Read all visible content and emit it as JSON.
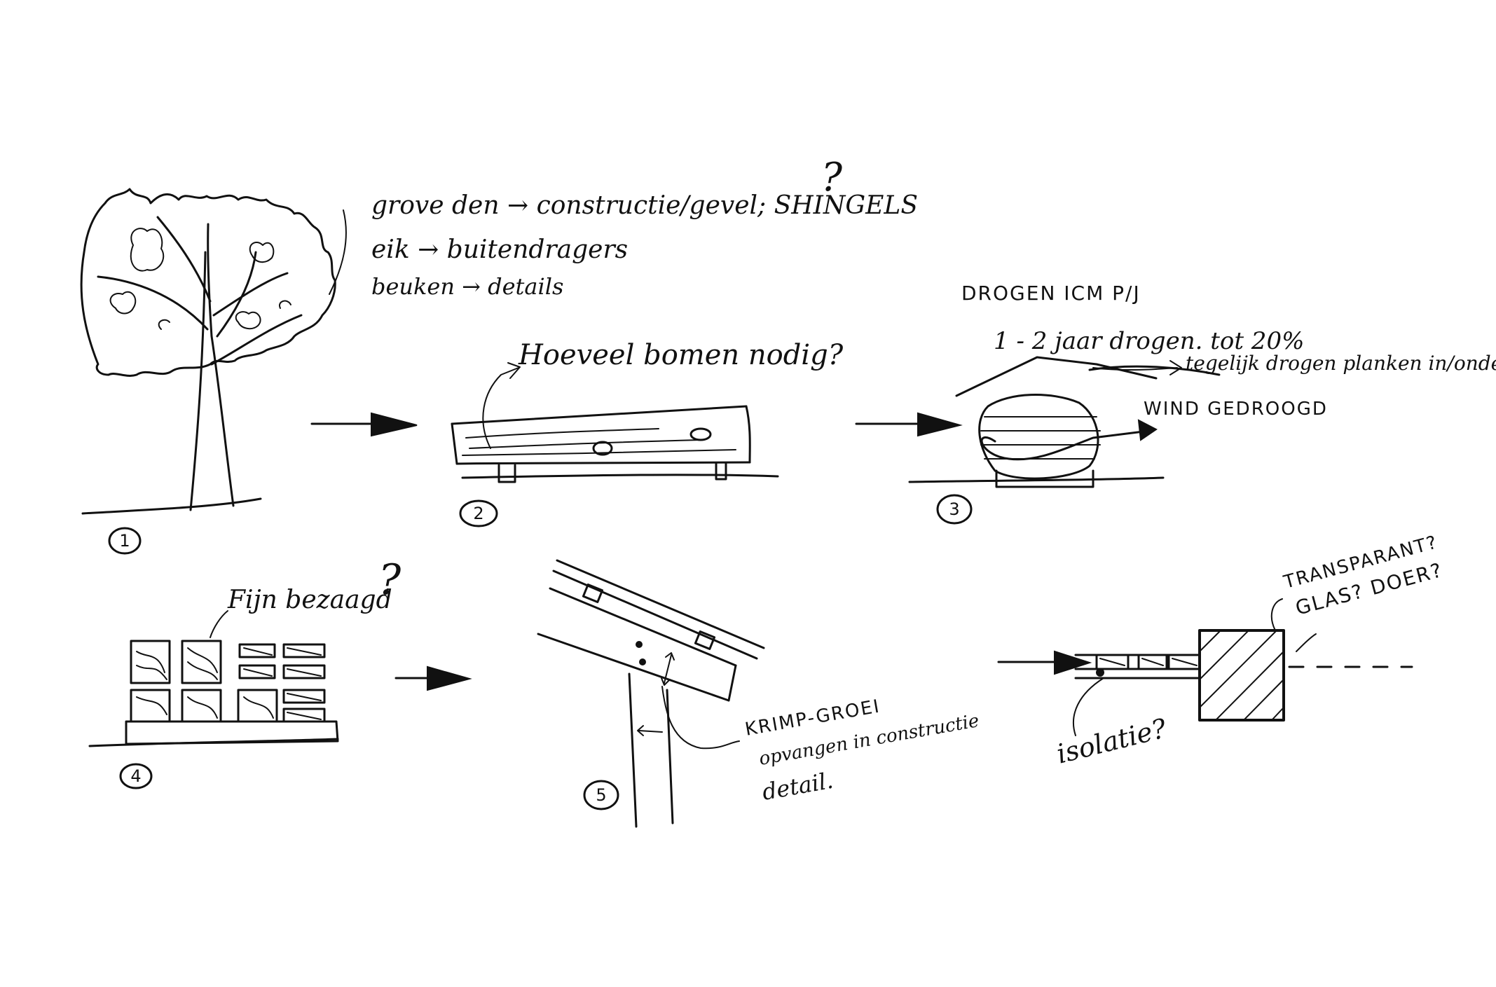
{
  "colors": {
    "ink": "#111111",
    "paper": "#ffffff"
  },
  "steps": {
    "step1": "1",
    "step2": "2",
    "step3": "3",
    "step4": "4",
    "step5": "5"
  },
  "notes": {
    "wood_line1": "grove den → constructie/gevel; SHINGELS",
    "wood_line1_question": "?",
    "wood_line2": "eik → buitendragers",
    "wood_line3": "beuken → details",
    "log_question": "Hoeveel bomen nodig?",
    "drying_title": "DROGEN ICM P/J",
    "drying_line": "1 - 2 jaar drogen. tot 20%",
    "drying_arrow_note": "tegelijk drogen planken in/onder dak?",
    "wind_dried": "WIND GEDROOGD",
    "sawing": "Fijn bezaagd",
    "sawing_question": "?",
    "shrink_line1": "KRIMP-GROEI",
    "shrink_line2": "opvangen in constructie",
    "shrink_line3": "detail.",
    "transparent": "TRANSPARANT?",
    "glass_door": "GLAS? DOER?",
    "insulation": "isolatie?"
  },
  "icons": {
    "tree": "tree-sketch",
    "log": "log-sketch",
    "drying_shelter": "drying-shelter-sketch",
    "sawn_stack": "sawn-timber-stack",
    "roof_joint": "roof-joint-detail",
    "wall_window": "wall-window-section"
  }
}
